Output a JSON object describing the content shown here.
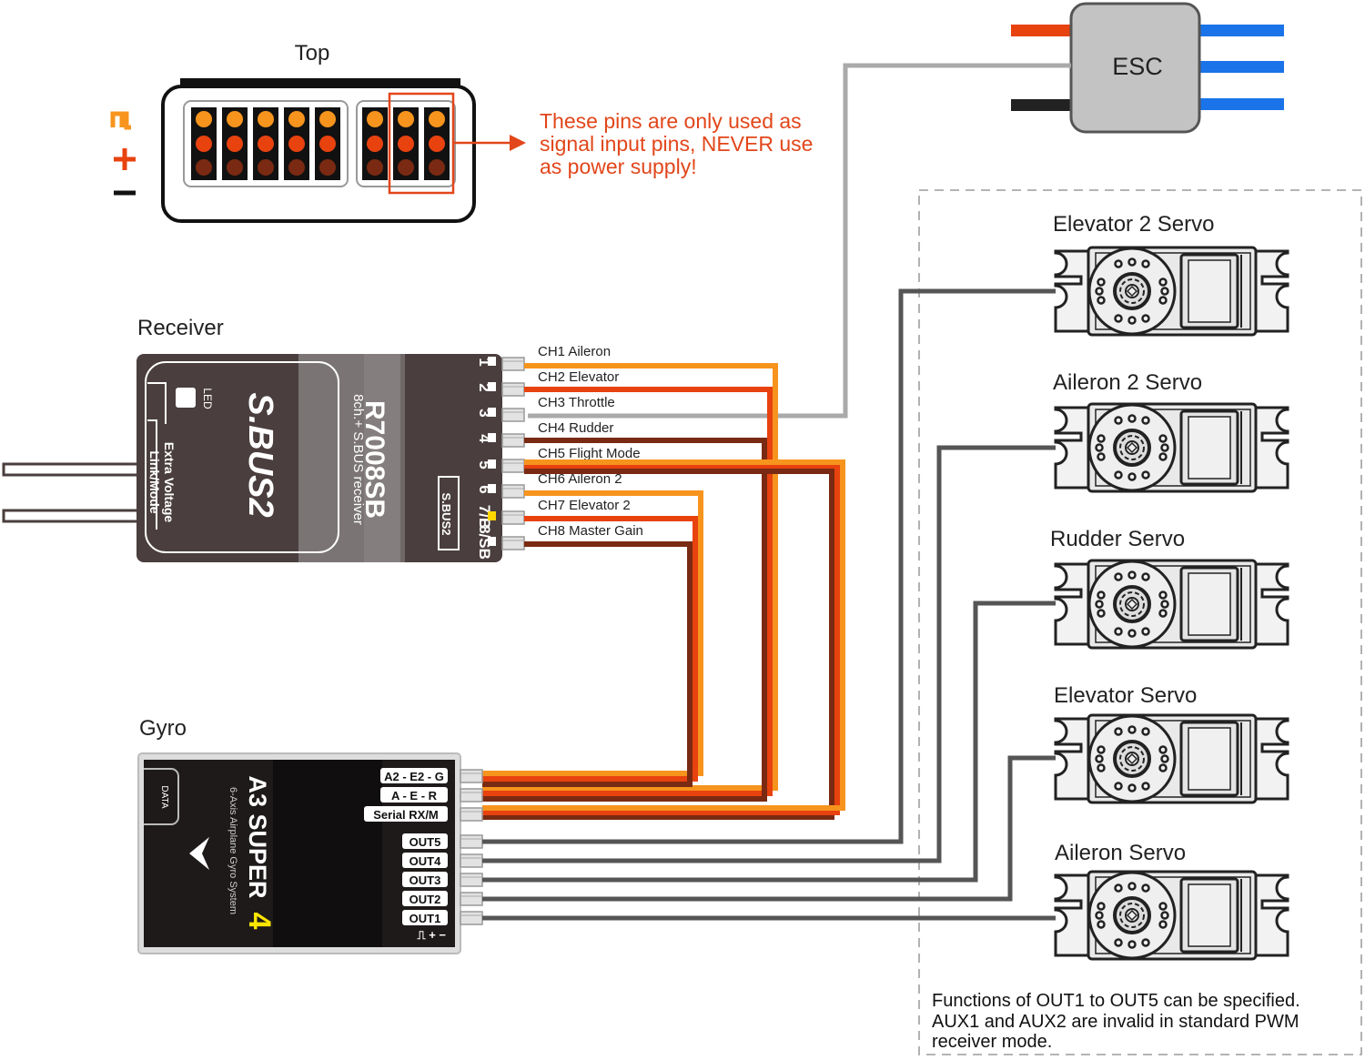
{
  "top_view": {
    "title": "Top",
    "legend": {
      "signal": "⎍",
      "plus": "+",
      "minus": "−"
    },
    "warning": [
      "These pins are only used as",
      "signal input pins, NEVER use",
      "as power supply!"
    ]
  },
  "esc": {
    "label": "ESC"
  },
  "receiver": {
    "title": "Receiver",
    "model": "R7008SB",
    "subtitle": "8ch.+ S.BUS receiver",
    "brand": "S.BUS2",
    "led_label": "LED",
    "antenna_label_1": "Extra Voltage",
    "antenna_label_2": "Link/Mode",
    "port_numbers": [
      "1",
      "2",
      "3",
      "4",
      "5",
      "6",
      "7/B",
      "8/SB"
    ],
    "sbus2_label": "S.BUS2"
  },
  "channels": [
    {
      "label": "CH1 Aileron"
    },
    {
      "label": "CH2 Elevator"
    },
    {
      "label": "CH3 Throttle"
    },
    {
      "label": "CH4 Rudder"
    },
    {
      "label": "CH5 Flight Mode"
    },
    {
      "label": "CH6 Aileron 2"
    },
    {
      "label": "CH7 Elevator 2"
    },
    {
      "label": "CH8 Master Gain"
    }
  ],
  "gyro": {
    "title": "Gyro",
    "model": "A3 SUPER",
    "model_number": "4",
    "subtitle": "6-Axis Airplane Gyro System",
    "data_label": "DATA",
    "inputs": [
      "A2 - E2 - G",
      "A - E - R",
      "Serial RX/M"
    ],
    "outputs": [
      "OUT5",
      "OUT4",
      "OUT3",
      "OUT2",
      "OUT1"
    ],
    "pin_legend": "⎍ + −"
  },
  "servos": [
    {
      "label": "Elevator 2 Servo"
    },
    {
      "label": "Aileron 2 Servo"
    },
    {
      "label": "Rudder Servo"
    },
    {
      "label": "Elevator Servo"
    },
    {
      "label": "Aileron Servo"
    }
  ],
  "note": [
    "Functions of OUT1 to OUT5 can be specified.",
    "AUX1 and AUX2 are invalid in standard PWM",
    "receiver mode."
  ],
  "colors": {
    "signal": "#f7941d",
    "plus": "#e8420f",
    "minus": "#7a2a12",
    "warning": "#e2461a",
    "esc_motor": "#1a73e8",
    "servo_wire": "#555555",
    "throttle_wire": "#aaaaaa"
  }
}
